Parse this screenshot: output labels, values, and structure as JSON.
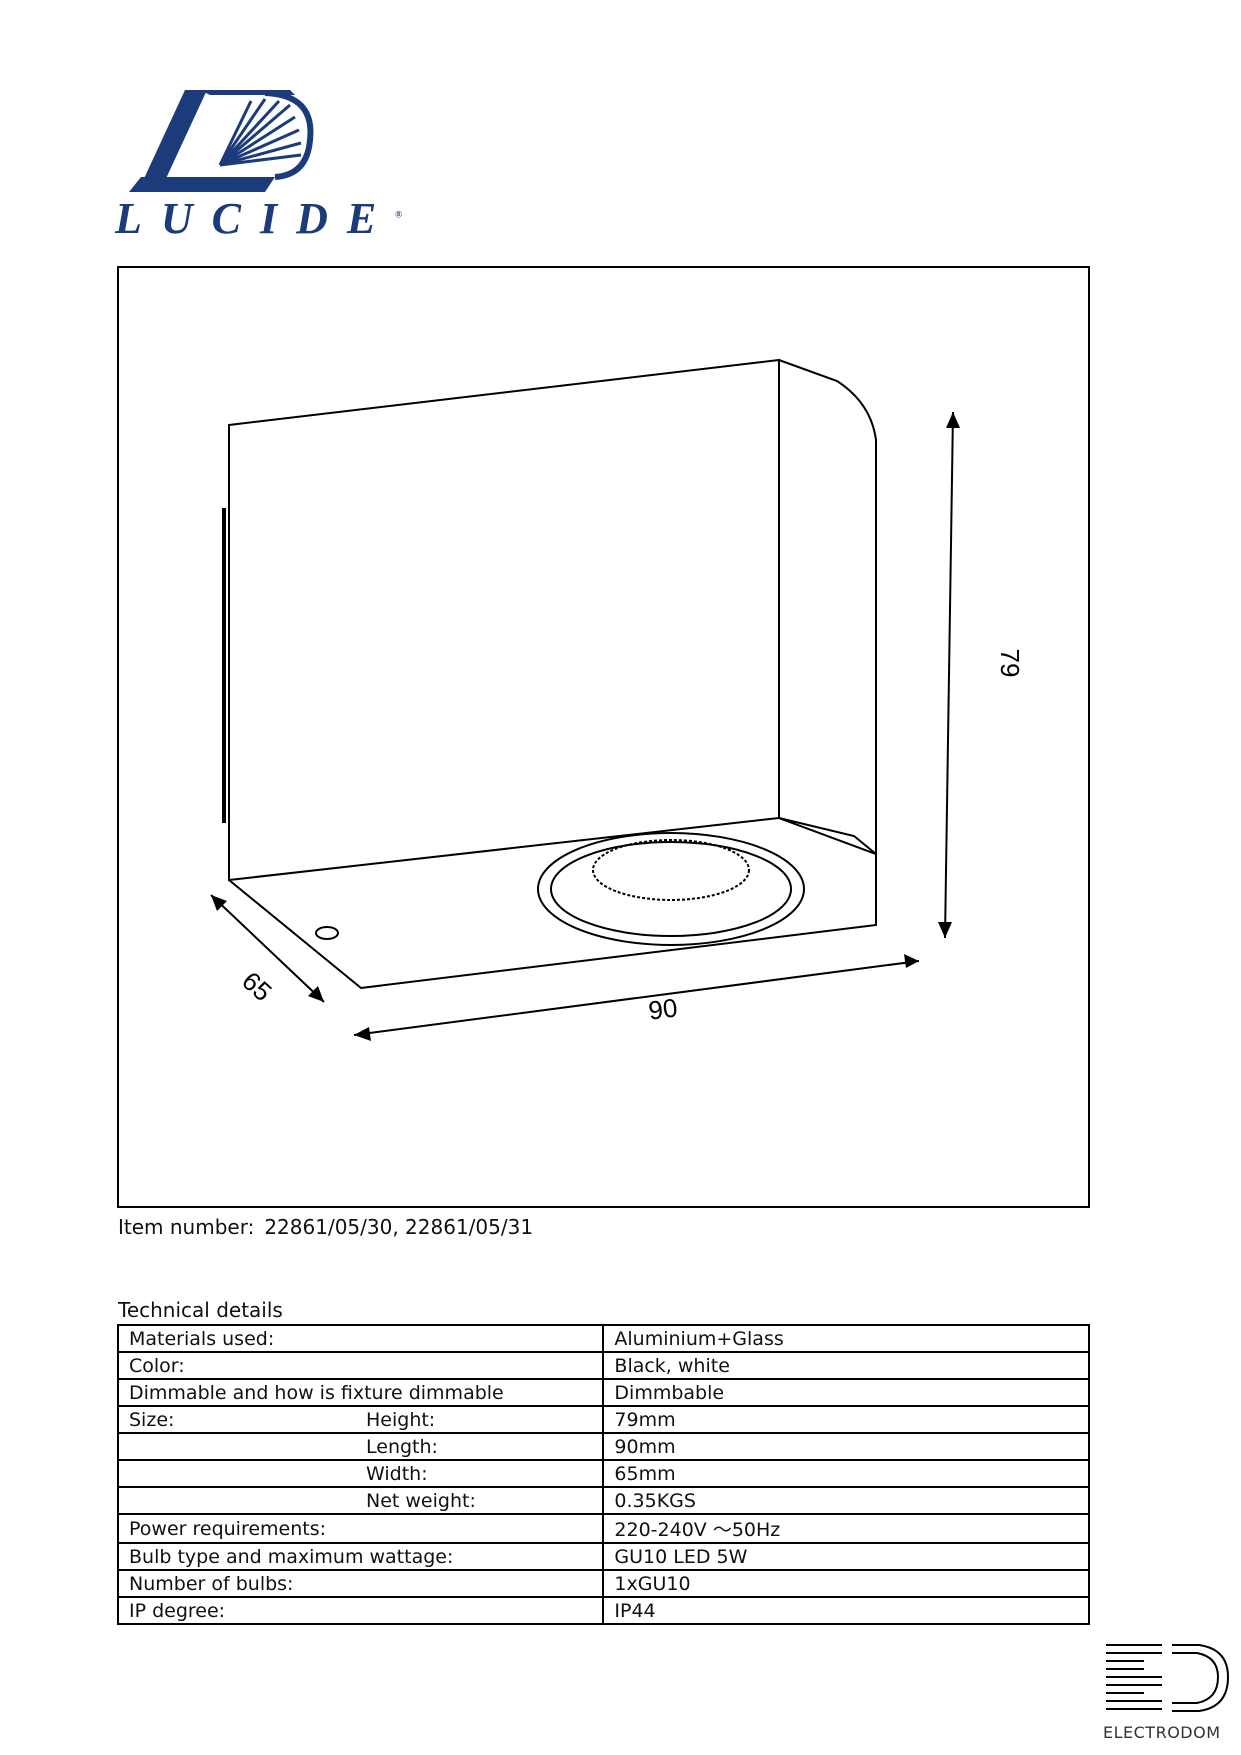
{
  "brand": {
    "name": "LUCIDE",
    "registered_mark": "®"
  },
  "drawing": {
    "dimensions": {
      "height": "79",
      "width": "65",
      "length": "90"
    }
  },
  "item": {
    "label": "Item number:",
    "value": "22861/05/30, 22861/05/31"
  },
  "technical": {
    "title": "Technical details",
    "rows": [
      {
        "label": "Materials used:",
        "sub": "",
        "value": "Aluminium+Glass"
      },
      {
        "label": "Color:",
        "sub": "",
        "value": "Black, white"
      },
      {
        "label": "Dimmable and how is fixture dimmable",
        "sub": "",
        "value": "Dimmbable"
      },
      {
        "label": "Size:",
        "sub": "Height:",
        "value": "79mm"
      },
      {
        "label": "",
        "sub": "Length:",
        "value": "90mm"
      },
      {
        "label": "",
        "sub": "Width:",
        "value": "65mm"
      },
      {
        "label": "",
        "sub": "Net weight:",
        "value": "0.35KGS"
      },
      {
        "label": "Power requirements:",
        "sub": "",
        "value": "220-240V ～50Hz"
      },
      {
        "label": "Bulb type and maximum wattage:",
        "sub": "",
        "value": "GU10 LED 5W"
      },
      {
        "label": "Number of bulbs:",
        "sub": "",
        "value": "1xGU10"
      },
      {
        "label": "IP degree:",
        "sub": "",
        "value": "IP44"
      }
    ]
  },
  "footer_brand": {
    "name": "ELECTRODOM"
  },
  "colors": {
    "lucide_blue": "#1c3b7a",
    "line": "#000000"
  }
}
